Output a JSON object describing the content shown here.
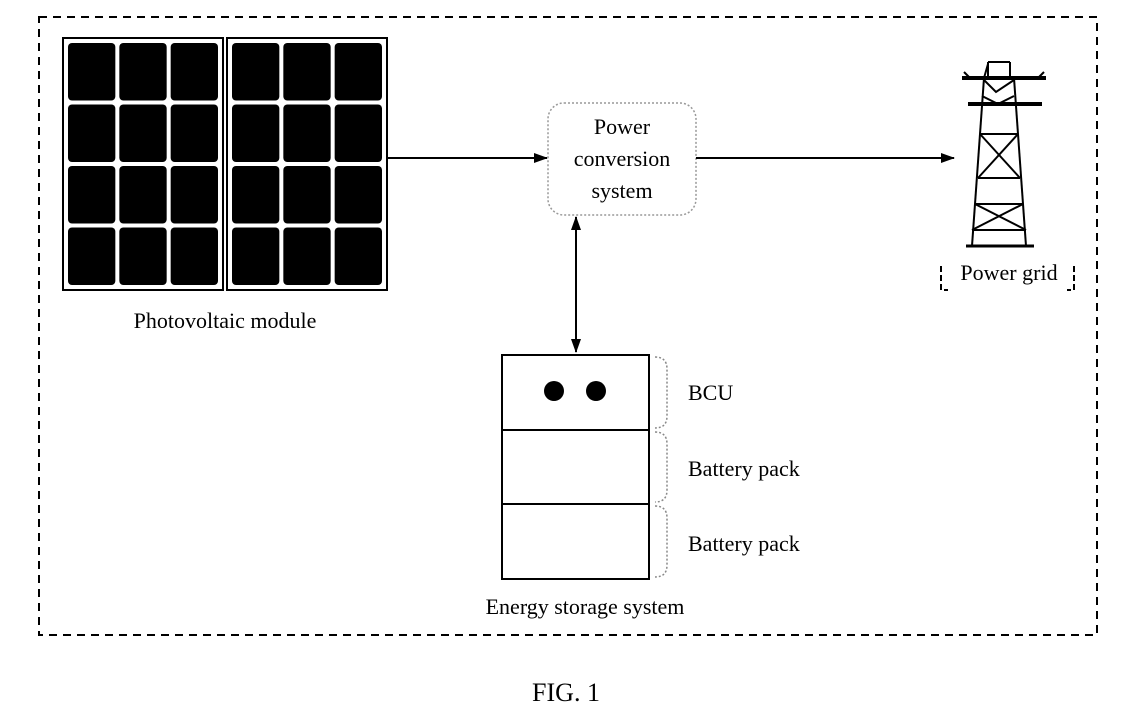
{
  "diagram": {
    "photovoltaic_label": "Photovoltaic module",
    "pcs_label_lines": [
      "Power",
      "conversion",
      "system"
    ],
    "grid_label": "Power grid",
    "battery_layers": [
      "BCU",
      "Battery pack",
      "Battery pack"
    ],
    "storage_label": "Energy storage system",
    "figure_caption": "FIG. 1"
  },
  "icons": {
    "solar_panel": "solar-panel-icon",
    "transmission_tower": "transmission-tower-icon"
  },
  "colors": {
    "line": "#000000",
    "pcs_box_border": "#999999",
    "background": "#ffffff"
  }
}
